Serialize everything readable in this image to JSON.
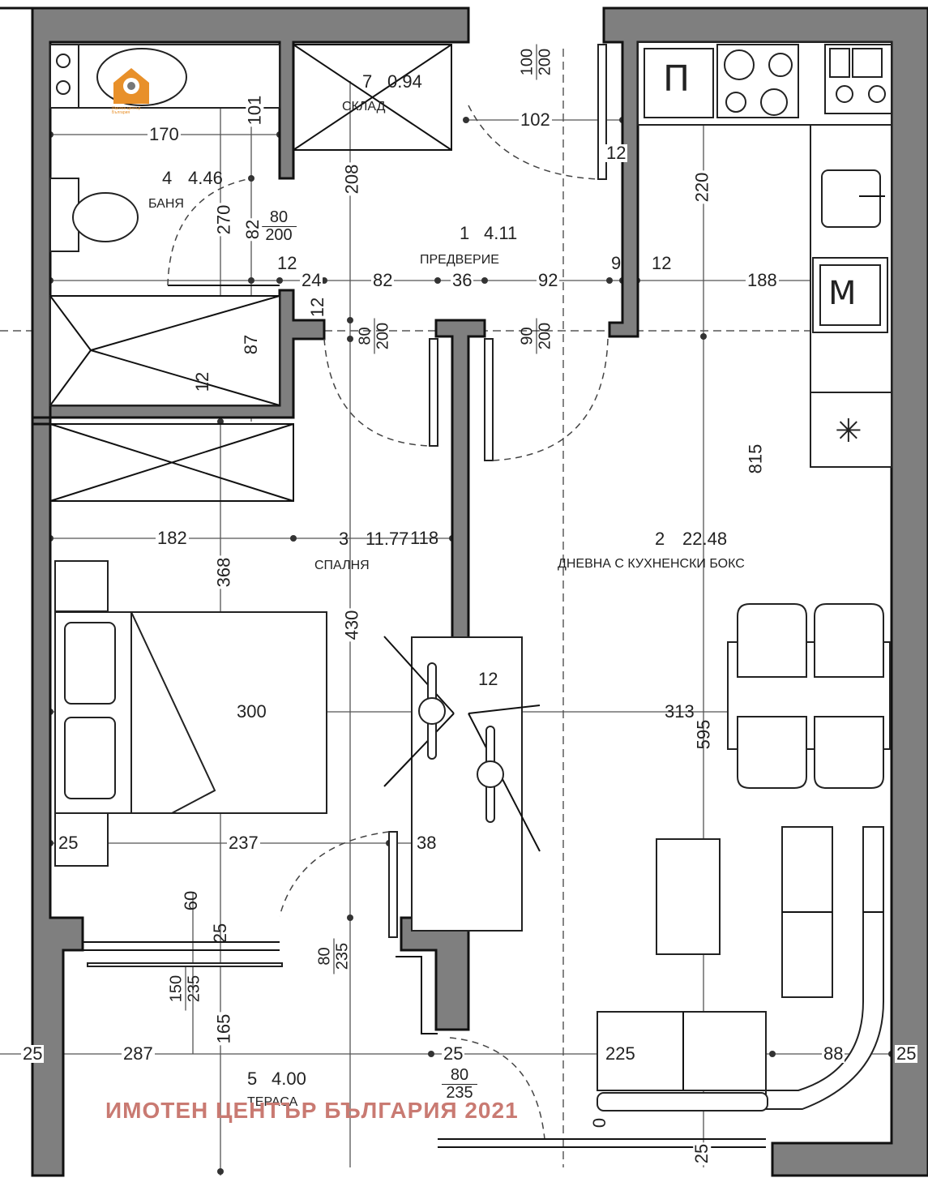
{
  "rooms": [
    {
      "number": "1",
      "area": "4.11",
      "name": "ПРЕДВЕРИЕ"
    },
    {
      "number": "2",
      "area": "22.48",
      "name": "ДНЕВНА С КУХНЕНСКИ БОКС"
    },
    {
      "number": "3",
      "area": "11.77",
      "name": "СПАЛНЯ"
    },
    {
      "number": "4",
      "area": "4.46",
      "name": "БАНЯ"
    },
    {
      "number": "5",
      "area": "4.00",
      "name": "ТЕРАСА"
    },
    {
      "number": "7",
      "area": "0.94",
      "name": "СКЛАД"
    }
  ],
  "door_sizes": [
    {
      "w": "100",
      "h": "200"
    },
    {
      "w": "80",
      "h": "200"
    },
    {
      "w": "80",
      "h": "200"
    },
    {
      "w": "90",
      "h": "200"
    },
    {
      "w": "80",
      "h": "235"
    },
    {
      "w": "150",
      "h": "235"
    },
    {
      "w": "80",
      "h": "235"
    }
  ],
  "dimensions": [
    "170",
    "101",
    "270",
    "82",
    "208",
    "102",
    "12",
    "220",
    "12",
    "24",
    "82",
    "36",
    "92",
    "9",
    "12",
    "188",
    "12",
    "87",
    "12",
    "182",
    "118",
    "368",
    "430",
    "815",
    "12",
    "300",
    "313",
    "595",
    "25",
    "237",
    "38",
    "60",
    "25",
    "165",
    "25",
    "287",
    "25",
    "225",
    "88",
    "25",
    "0",
    "25"
  ],
  "appliance_labels": {
    "fridge": "П",
    "microwave": "M"
  },
  "watermark": "ИМОТЕН ЦЕНТЪР БЪЛГАРИЯ 2021",
  "logo": {
    "text": "Имотен център България"
  },
  "colors": {
    "wall": "#7f7f7f",
    "watermark": "#c97a72",
    "logo_orange": "#e8902a"
  }
}
